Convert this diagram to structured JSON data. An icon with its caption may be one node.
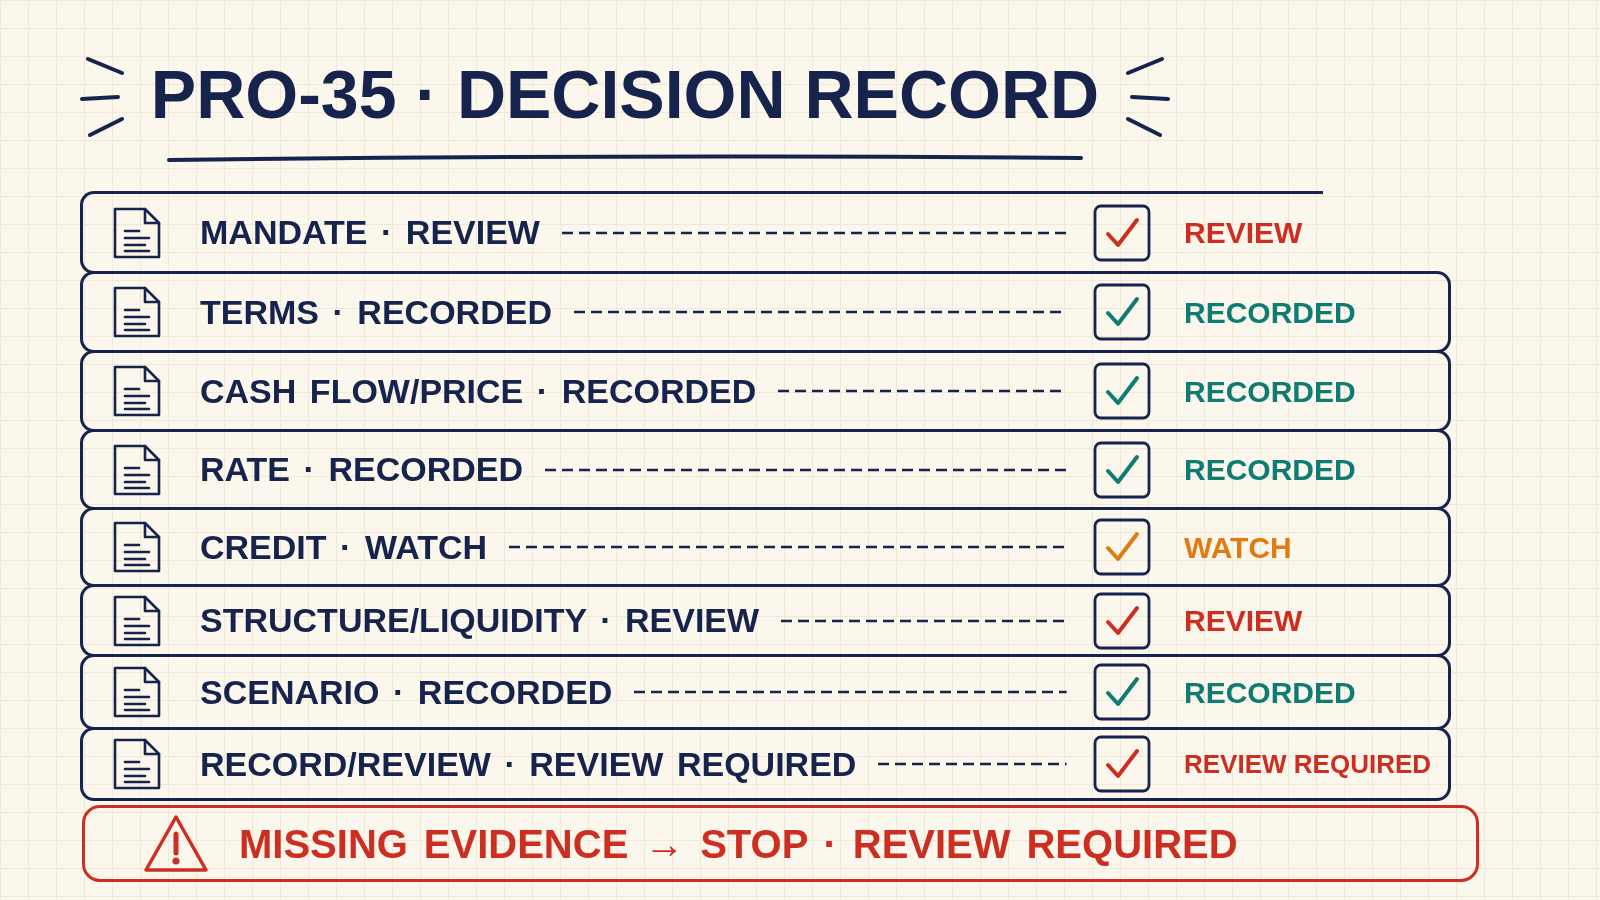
{
  "diagram": {
    "title": "PRO-35 · DECISION RECORD",
    "nodes": [
      {
        "text": [
          "MANDATE · REVIEW",
          "REVIEW"
        ]
      },
      {
        "text": [
          "TERMS · RECORDED",
          "RECORDED"
        ]
      },
      {
        "text": [
          "CASH FLOW/PRICE · RECORDED",
          "RECORDED"
        ]
      },
      {
        "text": [
          "RATE · RECORDED",
          "RECORDED"
        ]
      },
      {
        "text": [
          "CREDIT · WATCH",
          "WATCH"
        ]
      },
      {
        "text": [
          "STRUCTURE/LIQUIDITY · REVIEW",
          "REVIEW"
        ]
      },
      {
        "text": [
          "SCENARIO · RECORDED",
          "RECORDED"
        ]
      },
      {
        "text": [
          "RECORD/REVIEW · REVIEW REQUIRED",
          "REVIEW REQUIRED"
        ]
      },
      {
        "text": [
          "MISSING EVIDENCE → STOP · REVIEW REQUIRED"
        ]
      }
    ]
  }
}
